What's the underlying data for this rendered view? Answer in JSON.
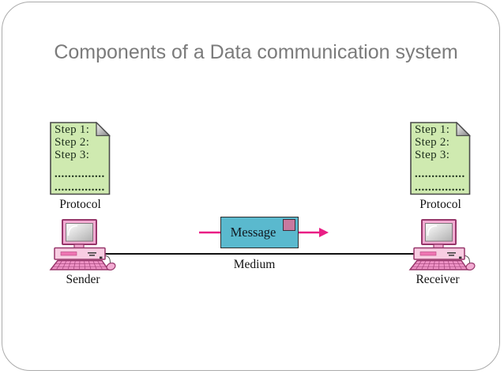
{
  "title": {
    "text": "Components of a Data communication system"
  },
  "notes": {
    "left": {
      "steps": [
        "Step 1:",
        "Step 2:",
        "Step 3:"
      ],
      "dots": [
        "...............",
        "..............."
      ],
      "caption": "Protocol"
    },
    "right": {
      "steps": [
        "Step 1:",
        "Step 2:",
        "Step 3:"
      ],
      "dots": [
        "...............",
        "..............."
      ],
      "caption": "Protocol"
    }
  },
  "nodes": {
    "sender_label": "Sender",
    "receiver_label": "Receiver"
  },
  "message": {
    "label": "Message"
  },
  "medium": {
    "label": "Medium"
  },
  "icons": {
    "note": "dog-ear-document-icon",
    "computer": "desktop-computer-icon",
    "arrow": "rightward-transmission-arrow-icon"
  },
  "colors": {
    "title_text": "#7b7b7b",
    "note_fill": "#cfeab0",
    "note_border": "#4a4a4a",
    "message_fill": "#5ab9ce",
    "message_square": "#c8799f",
    "arrow": "#e91e85",
    "medium_line": "#111111",
    "computer_pink": "#f2abd2",
    "computer_dark_pink": "#97376b",
    "frame_border": "#ababab"
  }
}
